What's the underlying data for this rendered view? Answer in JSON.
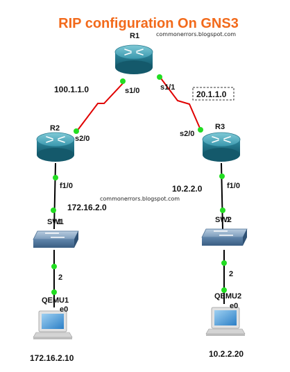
{
  "title": "RIP configuration On GNS3",
  "watermark_top": "commonerrors.blogspot.com",
  "watermark_mid": "commonerrors.blogspot.com",
  "colors": {
    "title": "#f26a1b",
    "serial_link": "#e00000",
    "ethernet_link": "#000000",
    "port_dot": "#22dd22",
    "router": "#2b8aa0",
    "switch": "#5c82a8"
  },
  "nodes": {
    "r1": {
      "label": "R1",
      "icon": "router-icon"
    },
    "r2": {
      "label": "R2",
      "icon": "router-icon"
    },
    "r3": {
      "label": "R3",
      "icon": "router-icon"
    },
    "sw1": {
      "label": "SW1",
      "icon": "switch-icon"
    },
    "sw2": {
      "label": "SW2",
      "icon": "switch-icon"
    },
    "qemu1": {
      "label": "QEMU1",
      "icon": "pc-icon"
    },
    "qemu2": {
      "label": "QEMU2",
      "icon": "pc-icon"
    }
  },
  "interfaces": {
    "r1_s10": "s1/0",
    "r1_s11": "s1/1",
    "r2_s20": "s2/0",
    "r3_s20": "s2/0",
    "r2_f10": "f1/0",
    "r3_f10": "f1/0",
    "sw1_1": "1",
    "sw2_1": "1",
    "sw1_2": "2",
    "sw2_2": "2",
    "qemu1_e0": "e0",
    "qemu2_e0": "e0"
  },
  "networks": {
    "r1_r2": "100.1.1.0",
    "r1_r3": "20.1.1.0",
    "lan1": "172.16.2.0",
    "lan2": "10.2.2.0"
  },
  "hosts": {
    "qemu1_ip": "172.16.2.10",
    "qemu2_ip": "10.2.2.20"
  }
}
